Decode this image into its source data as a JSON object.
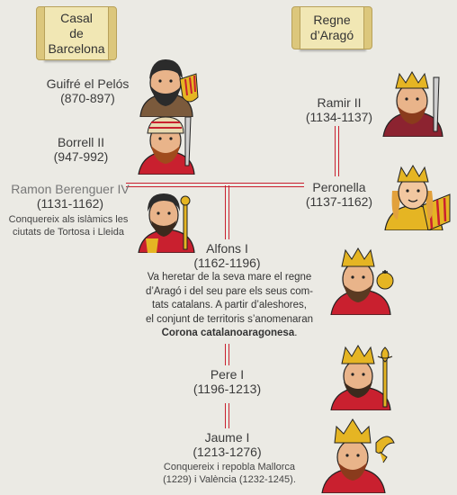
{
  "headers": {
    "left": "Casal\nde\nBarcelona",
    "right": "Regne\nd’Aragó"
  },
  "rulers": {
    "guifre": {
      "name": "Guifré el Pelós",
      "years": "(870-897)"
    },
    "borrell": {
      "name": "Borrell II",
      "years": "(947-992)"
    },
    "ramon": {
      "name": "Ramon Berenguer IV",
      "years": "(1131-1162)",
      "note_line1": "Conquereix als islàmics les",
      "note_line2": "ciutats de Tortosa i Lleida"
    },
    "ramir": {
      "name": "Ramir II",
      "years": "(1134-1137)"
    },
    "peronella": {
      "name": "Peronella",
      "years": "(1137-1162)"
    },
    "alfons": {
      "name": "Alfons I",
      "years": "(1162-1196)",
      "desc_line1": "Va heretar de la seva mare el regne",
      "desc_line2": "d’Aragó i del seu pare els seus com-",
      "desc_line3": "tats catalans. A partir d’aleshores,",
      "desc_line4": "el conjunt de territoris s’anomenaran",
      "desc_bold": "Corona catalanoaragonesa",
      "desc_end": "."
    },
    "pere": {
      "name": "Pere I",
      "years": "(1196-1213)"
    },
    "jaume": {
      "name": "Jaume I",
      "years": "(1213-1276)",
      "note_line1": "Conquereix i repobla Mallorca",
      "note_line2": "(1229) i València (1232-1245)."
    }
  },
  "colors": {
    "line": "#c9202f",
    "scroll": "#f1e7b4",
    "crown": "#e5b523"
  }
}
